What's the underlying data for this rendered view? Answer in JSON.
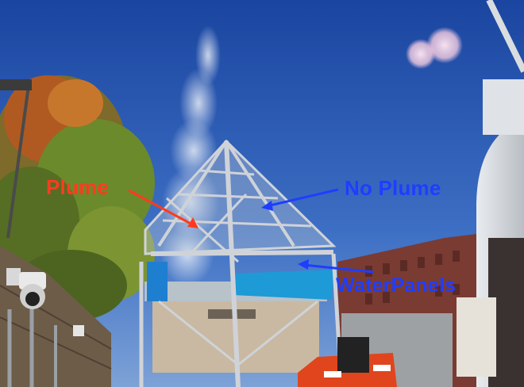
{
  "annotations": {
    "plume": {
      "text": "Plume",
      "color": "#ff3b1f"
    },
    "no_plume": {
      "text": "No Plume",
      "color": "#1f3dff"
    },
    "water_panels": {
      "text": "WaterPanels",
      "color": "#1f3dff"
    }
  },
  "colors": {
    "sky": "#1d4fa8",
    "tower_frame": "#cfd3d8",
    "water_panels": "#1e9ad6",
    "tree_foliage": "#6b8a2c",
    "crane": "#e0451e"
  }
}
